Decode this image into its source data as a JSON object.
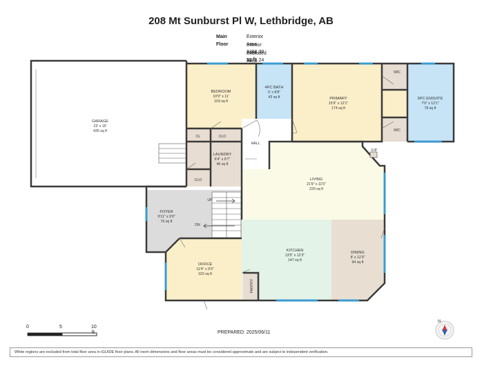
{
  "title": "208 Mt Sunburst Pl W, Lethbridge, AB",
  "floor_label": "Main Floor",
  "areas": {
    "exterior": "Exterior Area 1368.09 sq ft",
    "interior": "Interior Area 1278.24 sq ft",
    "excluded": "Excluded Area 469.64 sq ft"
  },
  "rooms": {
    "garage": {
      "name": "GARAGE",
      "dims": "23' x 15'",
      "area": "435 sq ft"
    },
    "bedroom": {
      "name": "BEDROOM",
      "dims": "10'9\" x 11'",
      "area": "103 sq ft"
    },
    "bath": {
      "name": "4PC BATH",
      "dims": "5' x 8'8\"",
      "area": "43 sq ft"
    },
    "primary": {
      "name": "PRIMARY",
      "dims": "15'9\" x 12'1\"",
      "area": "174 sq ft"
    },
    "ensuite": {
      "name": "5PC ENSUITE",
      "dims": "7'0\" x 12'1\"",
      "area": "78 sq ft"
    },
    "wic_top": {
      "name": "WIC"
    },
    "wic_bottom": {
      "name": "WIC"
    },
    "cl": {
      "name": "CL"
    },
    "clo_1": {
      "name": "CLO"
    },
    "clo_2": {
      "name": "CLO"
    },
    "hall": {
      "name": "HALL"
    },
    "fp": {
      "name": "F/P"
    },
    "laundry": {
      "name": "LAUNDRY",
      "dims": "6'4\" x 6'7\"",
      "area": "46 sq ft"
    },
    "living": {
      "name": "LIVING",
      "dims": "21'9\" x 11'5\"",
      "area": "229 sq ft"
    },
    "foyer": {
      "name": "FOYER",
      "dims": "9'11\" x 9'9\"",
      "area": "76 sq ft"
    },
    "up": {
      "name": "UP"
    },
    "dn": {
      "name": "DN"
    },
    "kitchen": {
      "name": "KITCHEN",
      "dims": "13'5\" x 12'3\"",
      "area": "147 sq ft"
    },
    "dining": {
      "name": "DINING",
      "dims": "8' x 12'3\"",
      "area": "94 sq ft"
    },
    "office": {
      "name": "OFFICE",
      "dims": "11'4\" x 9'3\"",
      "area": "102 sq ft"
    },
    "pantry": {
      "name": "PANTRY"
    }
  },
  "scale": {
    "zero": "0",
    "five": "5",
    "ten": "10",
    "unit": "ft"
  },
  "prepared": "PREPARED: 2025/06/11",
  "compass": "N",
  "footnote": "White regions are excluded from total floor area in iGUIDE floor plans. All room dimensions and floor areas must be considered approximate and are subject to independent verification.",
  "colors": {
    "bedroom": "#fbefc9",
    "bath": "#c6e4f6",
    "living": "#fafae6",
    "kitchen": "#e3f3e8",
    "dining": "#e8dfd2",
    "laundry": "#e8ddd2",
    "foyer": "#dcdcdc",
    "office": "#fbefc9",
    "wall": "#3a3a3a",
    "window": "#3b9ad0"
  }
}
